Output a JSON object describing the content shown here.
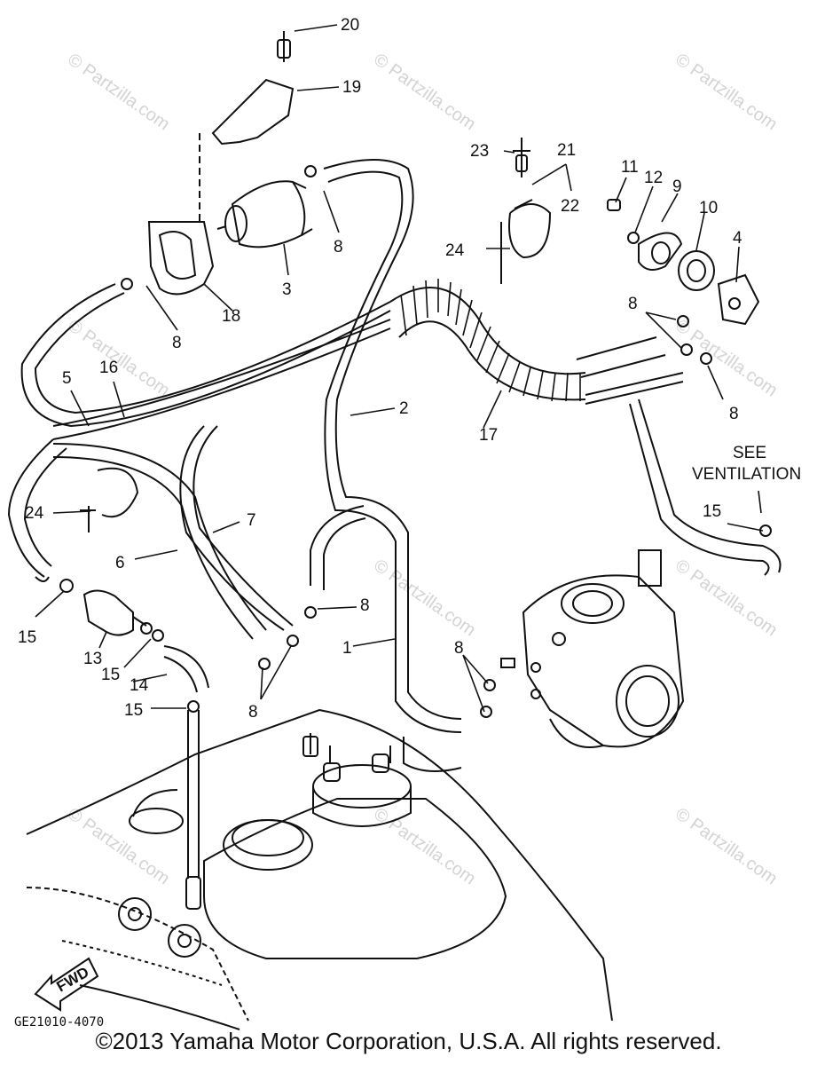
{
  "diagram": {
    "part_labels": [
      {
        "id": "p20",
        "text": "20"
      },
      {
        "id": "p19",
        "text": "19"
      },
      {
        "id": "p23",
        "text": "23"
      },
      {
        "id": "p21",
        "text": "21"
      },
      {
        "id": "p22",
        "text": "22"
      },
      {
        "id": "p24a",
        "text": "24"
      },
      {
        "id": "p11",
        "text": "11"
      },
      {
        "id": "p12",
        "text": "12"
      },
      {
        "id": "p9",
        "text": "9"
      },
      {
        "id": "p10",
        "text": "10"
      },
      {
        "id": "p4",
        "text": "4"
      },
      {
        "id": "p8a",
        "text": "8"
      },
      {
        "id": "p3",
        "text": "3"
      },
      {
        "id": "p18",
        "text": "18"
      },
      {
        "id": "p8b",
        "text": "8"
      },
      {
        "id": "p8c",
        "text": "8"
      },
      {
        "id": "p8d",
        "text": "8"
      },
      {
        "id": "p5",
        "text": "5"
      },
      {
        "id": "p16",
        "text": "16"
      },
      {
        "id": "p2",
        "text": "2"
      },
      {
        "id": "p17",
        "text": "17"
      },
      {
        "id": "p24b",
        "text": "24"
      },
      {
        "id": "p7",
        "text": "7"
      },
      {
        "id": "p6",
        "text": "6"
      },
      {
        "id": "p15a",
        "text": "15"
      },
      {
        "id": "p15b",
        "text": "15"
      },
      {
        "id": "p15c",
        "text": "15"
      },
      {
        "id": "p15d",
        "text": "15"
      },
      {
        "id": "p13",
        "text": "13"
      },
      {
        "id": "p14",
        "text": "14"
      },
      {
        "id": "p8e",
        "text": "8"
      },
      {
        "id": "p8f",
        "text": "8"
      },
      {
        "id": "p8g",
        "text": "8"
      },
      {
        "id": "p1",
        "text": "1"
      }
    ],
    "see_note_line1": "SEE",
    "see_note_line2": "VENTILATION",
    "fwd_label": "FWD",
    "reference_code": "GE21010-4070",
    "watermark_text": "© Partzilla.com"
  },
  "copyright": "©2013 Yamaha Motor Corporation, U.S.A. All rights reserved."
}
